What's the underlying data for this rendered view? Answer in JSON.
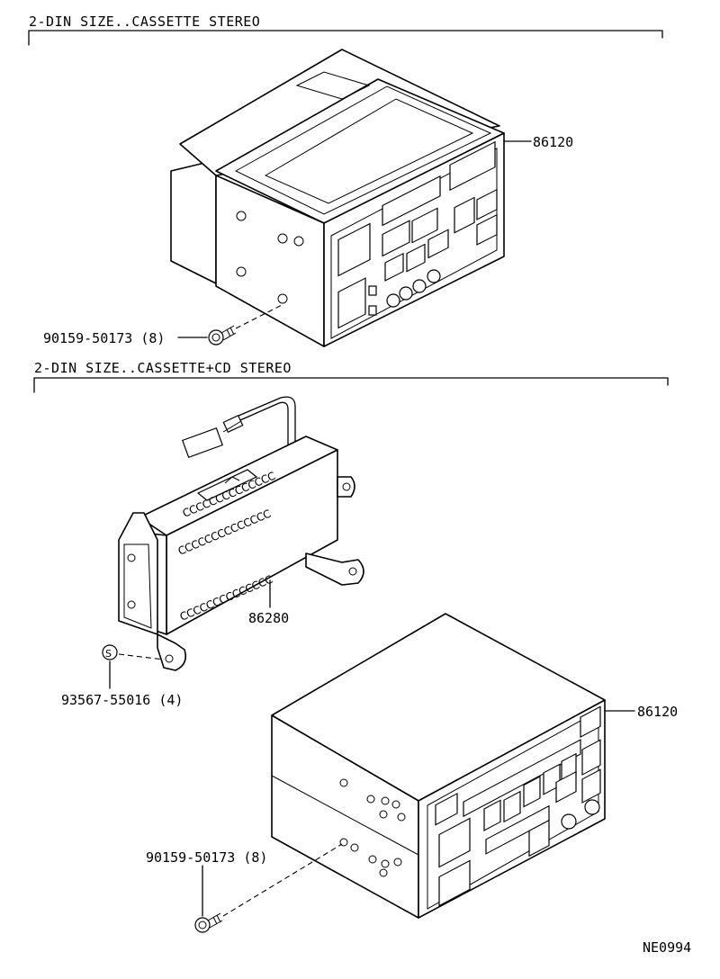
{
  "sections": [
    {
      "title": "2-DIN SIZE..CASSETTE STEREO"
    },
    {
      "title": "2-DIN SIZE..CASSETTE+CD STEREO"
    }
  ],
  "callouts": {
    "stereo_top": "86120",
    "screw_top": "90159-50173 (8)",
    "cd_changer": "86280",
    "nut": "93567-55016 (4)",
    "stereo_bottom": "86120",
    "screw_bottom": "90159-50173 (8)"
  },
  "nut_symbol": "S",
  "changer_vent_text": "CCCCCCCCCCCCCC",
  "drawing_number": "NE0994"
}
